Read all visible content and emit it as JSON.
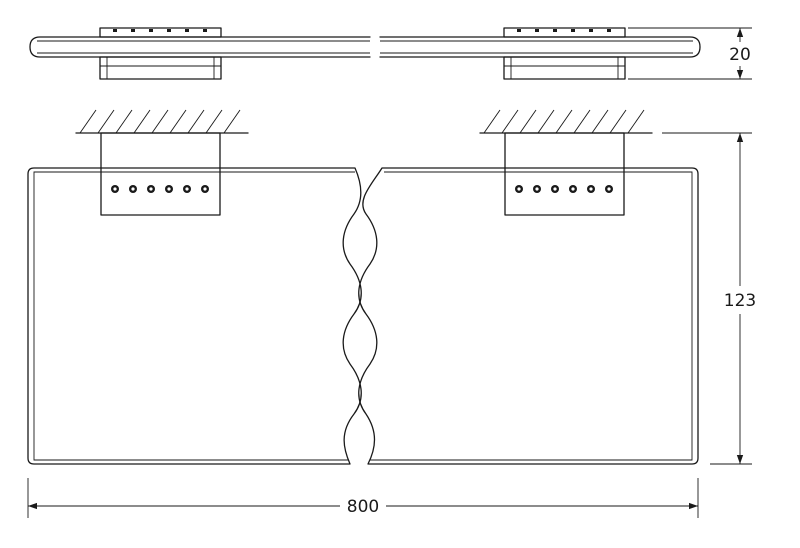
{
  "dimensions": {
    "height_top": "20",
    "height_front": "123",
    "width": "800"
  }
}
